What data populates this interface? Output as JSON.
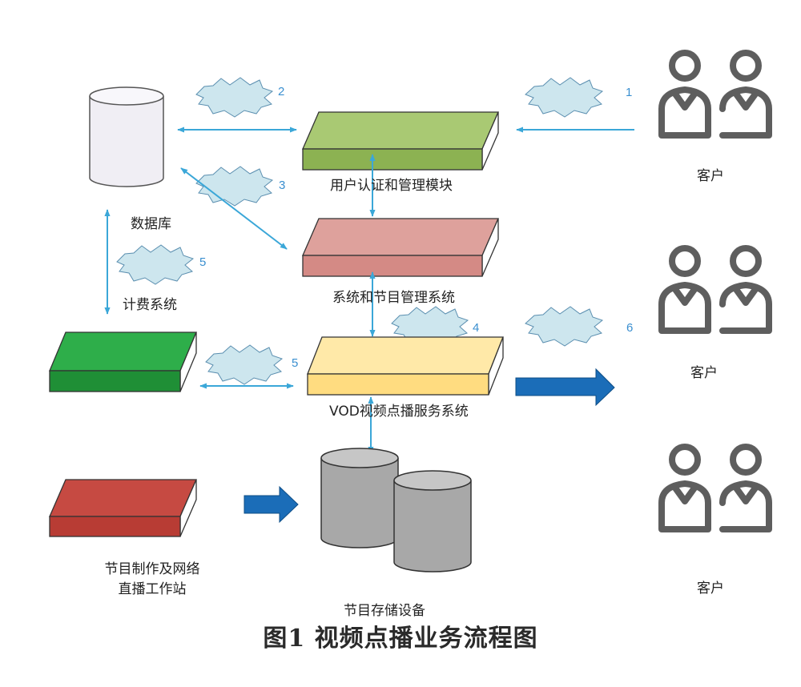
{
  "labels": {
    "database": "数据库",
    "billing": "计费系统",
    "auth_module": "用户认证和管理模块",
    "program_mgmt": "系统和节目管理系统",
    "vod_service": "VOD视频点播服务系统",
    "production_line1": "节目制作及网络",
    "production_line2": "直播工作站",
    "storage": "节目存储设备",
    "client_top": "客户",
    "client_mid": "客户",
    "client_bottom": "客户"
  },
  "step_numbers": {
    "s1": "1",
    "s2": "2",
    "s3": "3",
    "s4": "4",
    "s5_billing": "5",
    "s5_vod": "5",
    "s6": "6"
  },
  "caption": "图1   视频点播业务流程图",
  "colors": {
    "auth_box": "#94b65a",
    "program_box": "#d9938e",
    "vod_box": "#ffe49a",
    "billing_box": "#239a3d",
    "production_box": "#c0443c",
    "connector_arrow": "#3ba7d8",
    "flow_arrow": "#1b6db8",
    "burst": "#cde6ee",
    "person": "#5e5e5e"
  },
  "icons": {
    "database": "database-cylinder-icon",
    "storage": "storage-cylinders-icon",
    "clients": "user-group-icon",
    "message": "starburst-message-icon"
  }
}
